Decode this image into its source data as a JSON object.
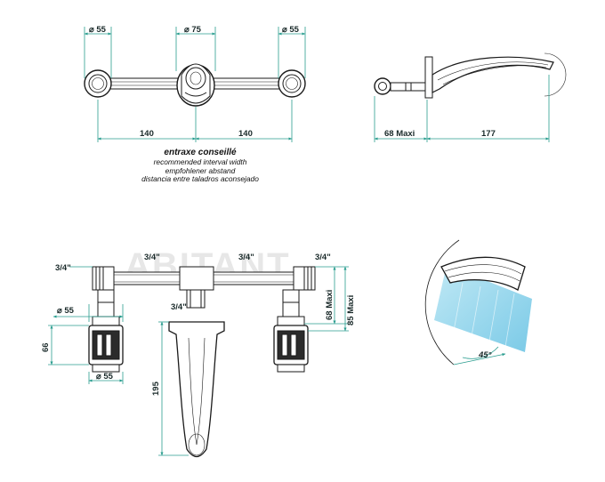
{
  "watermark": "ABITANT",
  "top_view": {
    "dia_left": "⌀ 55",
    "dia_center": "⌀ 75",
    "dia_right": "⌀ 55",
    "dist_left": "140",
    "dist_right": "140"
  },
  "side_view": {
    "depth": "68  Maxi",
    "spout_length": "177"
  },
  "caption": {
    "main": "entraxe conseillé",
    "en": "recommended interval width",
    "de": "empfohlener abstand",
    "es": "distancia entre taladros aconsejado"
  },
  "front_view": {
    "thread_left": "3/4\"",
    "thread_mid_left": "3/4\"",
    "thread_mid_right": "3/4\"",
    "thread_right": "3/4\"",
    "thread_spout": "3/4\"",
    "dia_top": "⌀ 55",
    "dia_bottom": "⌀ 55",
    "handle_height": "66",
    "spout_height": "195",
    "depth_68": "68  Maxi",
    "depth_85": "85  Maxi"
  },
  "detail_view": {
    "angle": "45°"
  },
  "colors": {
    "line": "#1a1a1a",
    "dimension": "#2a9d8f",
    "water": "#8fd3ea"
  }
}
